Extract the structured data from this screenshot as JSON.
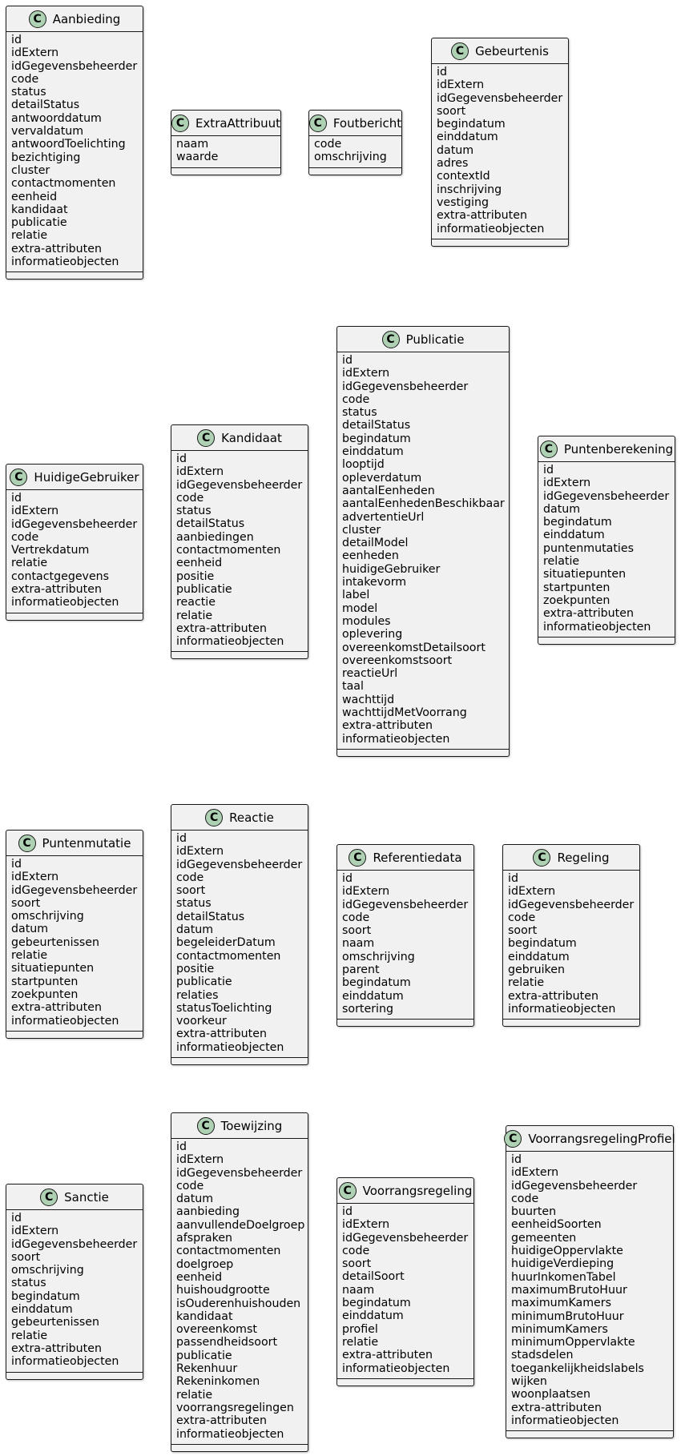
{
  "classes": [
    {
      "name": "Aanbieding",
      "badge": "C",
      "attributes": [
        "id",
        "idExtern",
        "idGegevensbeheerder",
        "code",
        "status",
        "detailStatus",
        "antwoorddatum",
        "vervaldatum",
        "antwoordToelichting",
        "bezichtiging",
        "cluster",
        "contactmomenten",
        "eenheid",
        "kandidaat",
        "publicatie",
        "relatie",
        "extra-attributen",
        "informatieobjecten"
      ]
    },
    {
      "name": "ExtraAttribuut",
      "badge": "C",
      "attributes": [
        "naam",
        "waarde"
      ]
    },
    {
      "name": "Foutbericht",
      "badge": "C",
      "attributes": [
        "code",
        "omschrijving"
      ]
    },
    {
      "name": "Gebeurtenis",
      "badge": "C",
      "attributes": [
        "id",
        "idExtern",
        "idGegevensbeheerder",
        "soort",
        "begindatum",
        "einddatum",
        "datum",
        "adres",
        "contextId",
        "inschrijving",
        "vestiging",
        "extra-attributen",
        "informatieobjecten"
      ]
    },
    {
      "name": "HuidigeGebruiker",
      "badge": "C",
      "attributes": [
        "id",
        "idExtern",
        "idGegevensbeheerder",
        "code",
        "Vertrekdatum",
        "relatie",
        "contactgegevens",
        "extra-attributen",
        "informatieobjecten"
      ]
    },
    {
      "name": "Kandidaat",
      "badge": "C",
      "attributes": [
        "id",
        "idExtern",
        "idGegevensbeheerder",
        "code",
        "status",
        "detailStatus",
        "aanbiedingen",
        "contactmomenten",
        "eenheid",
        "positie",
        "publicatie",
        "reactie",
        "relatie",
        "extra-attributen",
        "informatieobjecten"
      ]
    },
    {
      "name": "Publicatie",
      "badge": "C",
      "attributes": [
        "id",
        "idExtern",
        "idGegevensbeheerder",
        "code",
        "status",
        "detailStatus",
        "begindatum",
        "einddatum",
        "looptijd",
        "opleverdatum",
        "aantalEenheden",
        "aantalEenhedenBeschikbaar",
        "advertentieUrl",
        "cluster",
        "detailModel",
        "eenheden",
        "huidigeGebruiker",
        "intakevorm",
        "label",
        "model",
        "modules",
        "oplevering",
        "overeenkomstDetailsoort",
        "overeenkomstsoort",
        "reactieUrl",
        "taal",
        "wachttijd",
        "wachttijdMetVoorrang",
        "extra-attributen",
        "informatieobjecten"
      ]
    },
    {
      "name": "Puntenberekening",
      "badge": "C",
      "attributes": [
        "id",
        "idExtern",
        "idGegevensbeheerder",
        "datum",
        "begindatum",
        "einddatum",
        "puntenmutaties",
        "relatie",
        "situatiepunten",
        "startpunten",
        "zoekpunten",
        "extra-attributen",
        "informatieobjecten"
      ]
    },
    {
      "name": "Puntenmutatie",
      "badge": "C",
      "attributes": [
        "id",
        "idExtern",
        "idGegevensbeheerder",
        "soort",
        "omschrijving",
        "datum",
        "gebeurtenissen",
        "relatie",
        "situatiepunten",
        "startpunten",
        "zoekpunten",
        "extra-attributen",
        "informatieobjecten"
      ]
    },
    {
      "name": "Reactie",
      "badge": "C",
      "attributes": [
        "id",
        "idExtern",
        "idGegevensbeheerder",
        "code",
        "soort",
        "status",
        "detailStatus",
        "datum",
        "begeleiderDatum",
        "contactmomenten",
        "positie",
        "publicatie",
        "relaties",
        "statusToelichting",
        "voorkeur",
        "extra-attributen",
        "informatieobjecten"
      ]
    },
    {
      "name": "Referentiedata",
      "badge": "C",
      "attributes": [
        "id",
        "idExtern",
        "idGegevensbeheerder",
        "code",
        "soort",
        "naam",
        "omschrijving",
        "parent",
        "begindatum",
        "einddatum",
        "sortering"
      ]
    },
    {
      "name": "Regeling",
      "badge": "C",
      "attributes": [
        "id",
        "idExtern",
        "idGegevensbeheerder",
        "code",
        "soort",
        "begindatum",
        "einddatum",
        "gebruiken",
        "relatie",
        "extra-attributen",
        "informatieobjecten"
      ]
    },
    {
      "name": "Sanctie",
      "badge": "C",
      "attributes": [
        "id",
        "idExtern",
        "idGegevensbeheerder",
        "soort",
        "omschrijving",
        "status",
        "begindatum",
        "einddatum",
        "gebeurtenissen",
        "relatie",
        "extra-attributen",
        "informatieobjecten"
      ]
    },
    {
      "name": "Toewijzing",
      "badge": "C",
      "attributes": [
        "id",
        "idExtern",
        "idGegevensbeheerder",
        "code",
        "datum",
        "aanbieding",
        "aanvullendeDoelgroep",
        "afspraken",
        "contactmomenten",
        "doelgroep",
        "eenheid",
        "huishoudgrootte",
        "isOuderenhuishouden",
        "kandidaat",
        "overeenkomst",
        "passendheidsoort",
        "publicatie",
        "Rekenhuur",
        "Rekeninkomen",
        "relatie",
        "voorrangsregelingen",
        "extra-attributen",
        "informatieobjecten"
      ]
    },
    {
      "name": "Voorrangsregeling",
      "badge": "C",
      "attributes": [
        "id",
        "idExtern",
        "idGegevensbeheerder",
        "code",
        "soort",
        "detailSoort",
        "naam",
        "begindatum",
        "einddatum",
        "profiel",
        "relatie",
        "extra-attributen",
        "informatieobjecten"
      ]
    },
    {
      "name": "VoorrangsregelingProfiel",
      "badge": "C",
      "attributes": [
        "id",
        "idExtern",
        "idGegevensbeheerder",
        "code",
        "buurten",
        "eenheidSoorten",
        "gemeenten",
        "huidigeOppervlakte",
        "huidigeVerdieping",
        "huurInkomenTabel",
        "maximumBrutoHuur",
        "maximumKamers",
        "minimumBrutoHuur",
        "minimumKamers",
        "minimumOppervlakte",
        "stadsdelen",
        "toegankelijkheidslabels",
        "wijken",
        "woonplaatsen",
        "extra-attributen",
        "informatieobjecten"
      ]
    }
  ]
}
